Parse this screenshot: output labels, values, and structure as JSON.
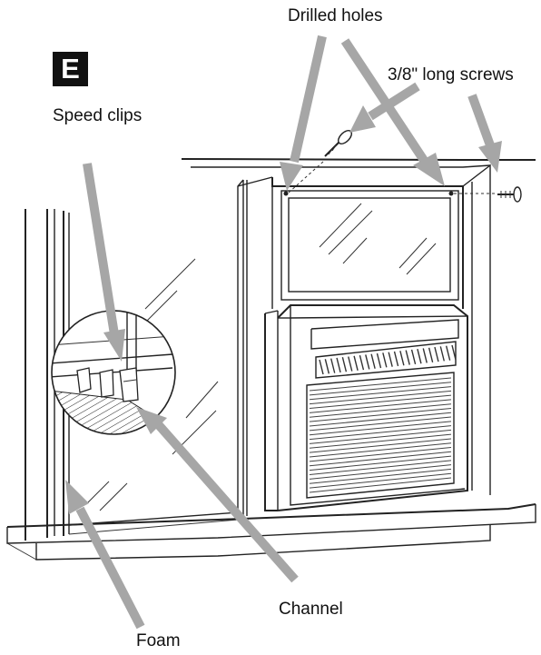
{
  "step_badge": "E",
  "labels": {
    "drilled_holes": "Drilled holes",
    "screws": "3/8\" long screws",
    "speed_clips": "Speed clips",
    "channel": "Channel",
    "foam": "Foam"
  },
  "colors": {
    "arrow": "#a6a6a6",
    "line_art": "#222222",
    "badge_bg": "#111111"
  }
}
